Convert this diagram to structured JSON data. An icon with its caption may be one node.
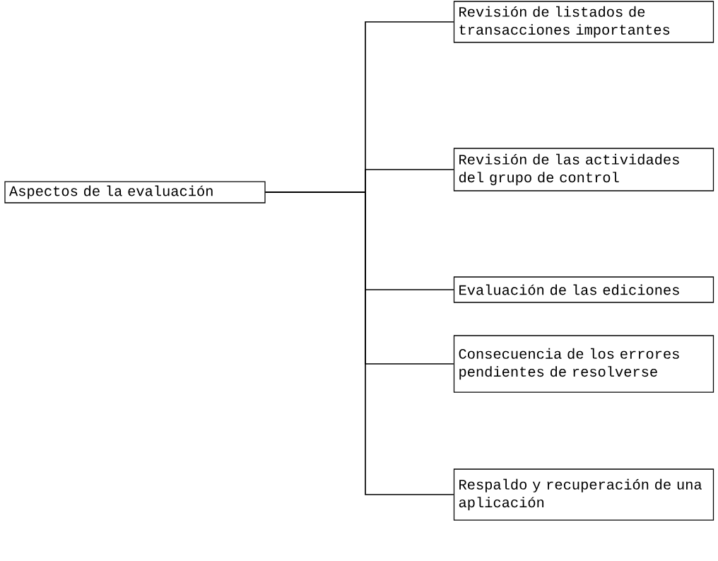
{
  "diagram": {
    "nodes": [
      {
        "text": [
          "Aspectos de la evaluación"
        ]
      },
      {
        "text": [
          "Revisión de listados de transacciones importantes"
        ]
      },
      {
        "text": [
          "Revisión de las actividades del grupo de control"
        ]
      },
      {
        "text": [
          "Evaluación de las ediciones"
        ]
      },
      {
        "text": [
          "Consecuencia de los errores pendientes de resolverse"
        ]
      },
      {
        "text": [
          "Respaldo y recuperación de una aplicación"
        ]
      }
    ],
    "edges": [
      {
        "from": 0,
        "to": 1,
        "arrow": "none"
      },
      {
        "from": 0,
        "to": 2,
        "arrow": "none"
      },
      {
        "from": 0,
        "to": 3,
        "arrow": "none"
      },
      {
        "from": 0,
        "to": 4,
        "arrow": "none"
      },
      {
        "from": 0,
        "to": 5,
        "arrow": "none"
      }
    ]
  }
}
